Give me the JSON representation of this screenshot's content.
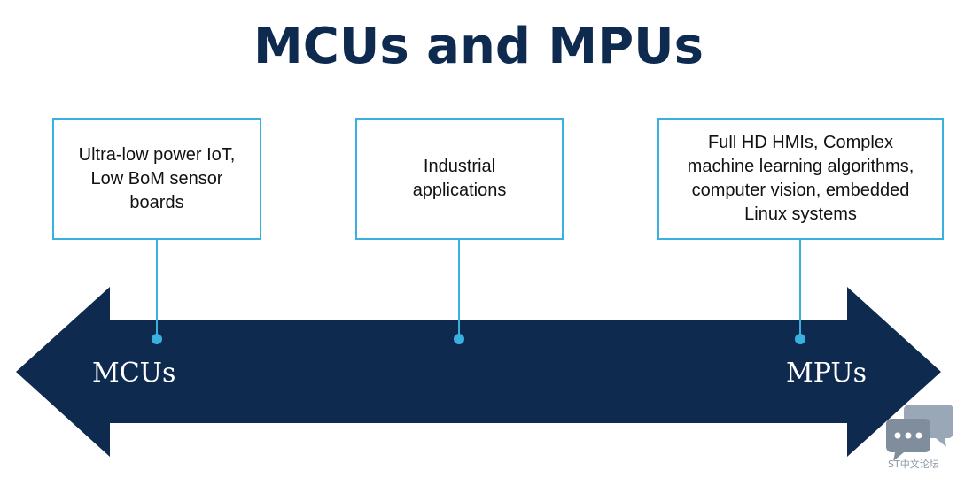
{
  "title": "MCUs and MPUs",
  "boxes": {
    "left": "Ultra-low power IoT,\nLow BoM sensor\nboards",
    "middle": "Industrial\napplications",
    "right": "Full HD HMIs, Complex\nmachine learning algorithms,\ncomputer vision, embedded\nLinux systems"
  },
  "arrow": {
    "left_label": "MCUs",
    "right_label": "MPUs"
  },
  "watermark": {
    "text": "ST中文论坛",
    "icon": "chat-bubbles-icon"
  },
  "colors": {
    "navy": "#0f2a4f",
    "accent": "#39b0e0",
    "watermark": "#8a97a6"
  }
}
